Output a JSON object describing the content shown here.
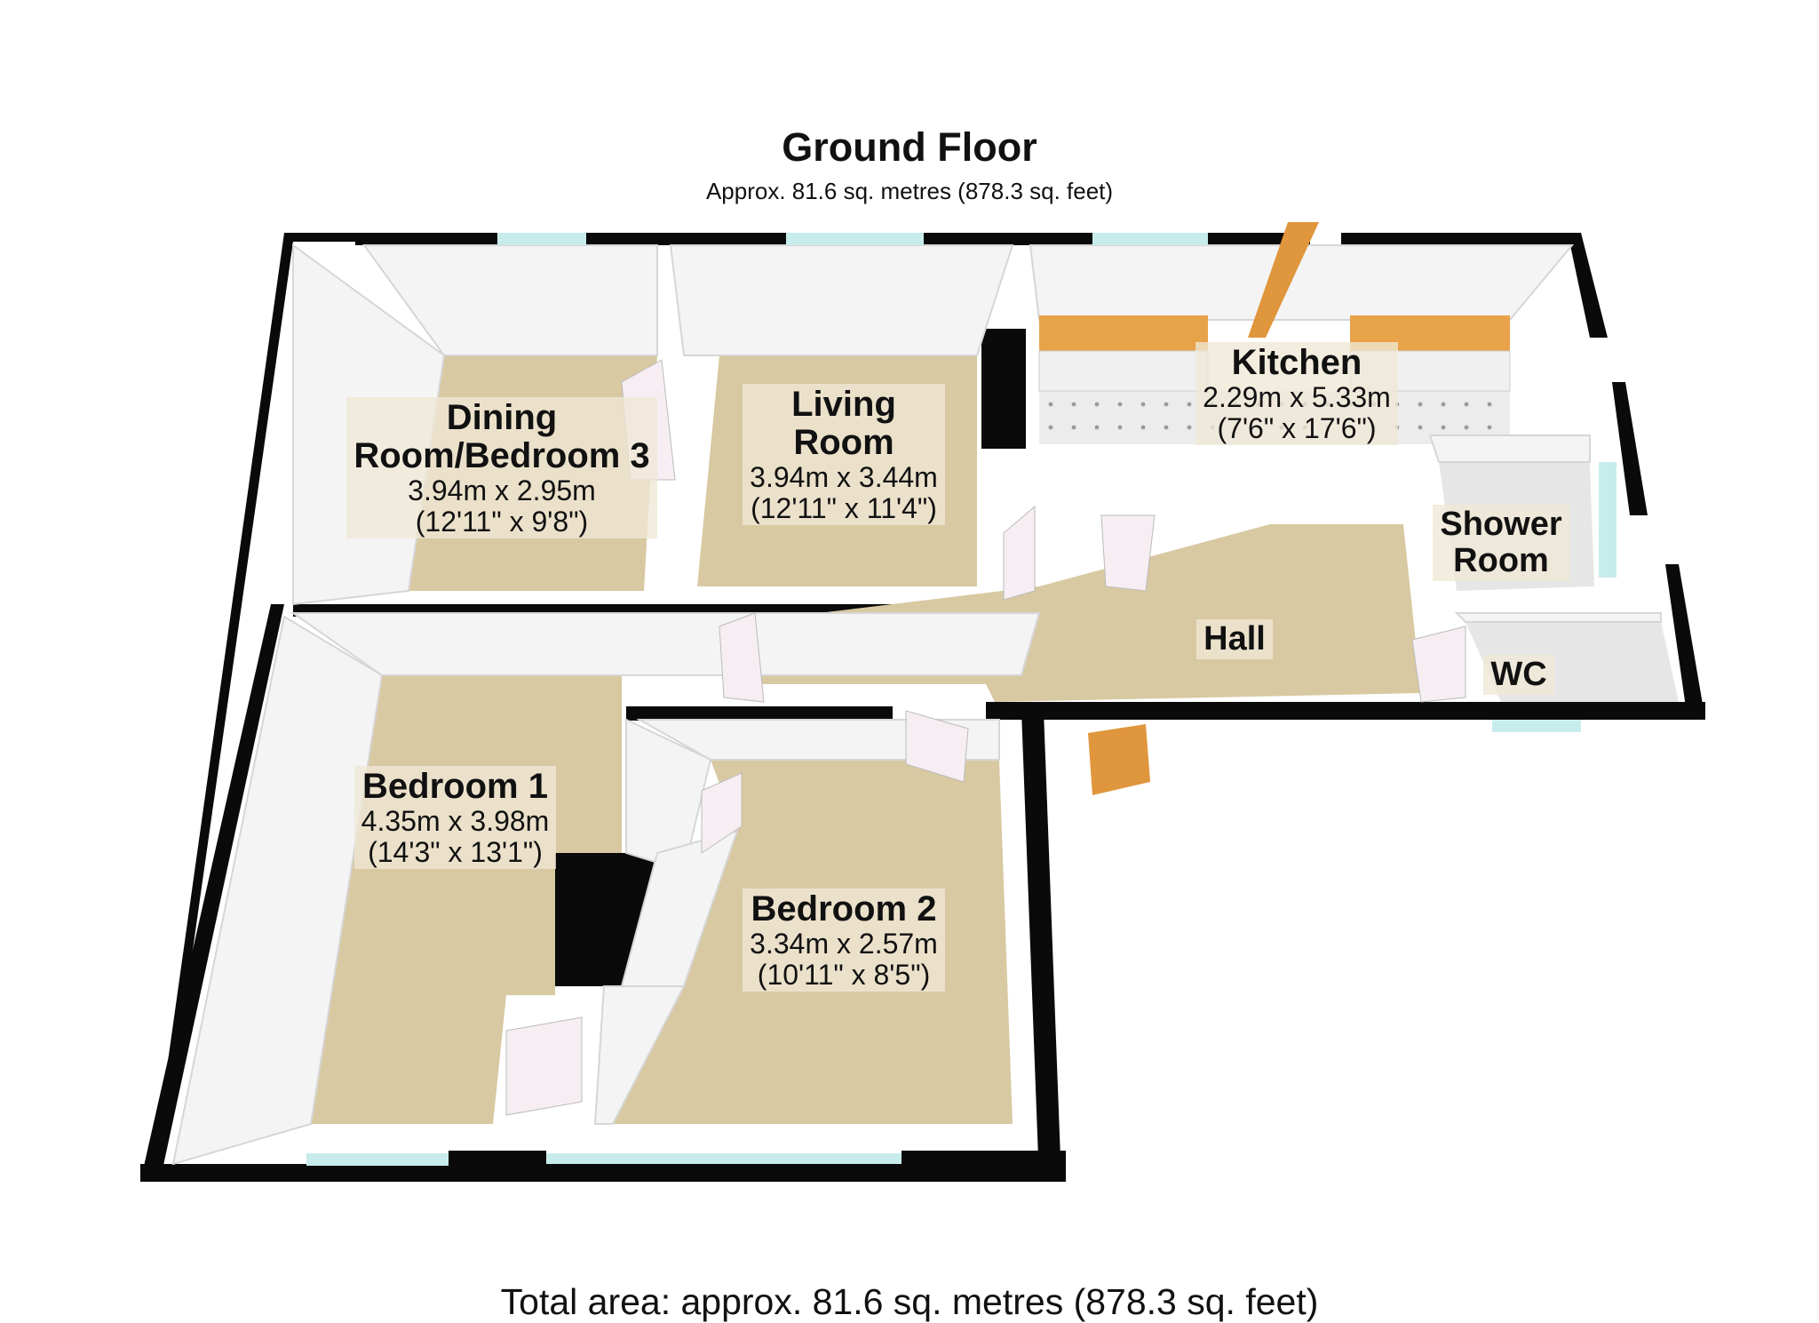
{
  "floor": {
    "title": "Ground Floor",
    "area": "Approx.  81.6 sq. metres (878.3 sq. feet)"
  },
  "rooms": [
    {
      "name_line1": "Dining",
      "name_line2": "Room/Bedroom 3",
      "metric": "3.94m x 2.95m",
      "imperial": "(12'11\" x 9'8\")"
    },
    {
      "name_line1": "Living",
      "name_line2": "Room",
      "metric": "3.94m x 3.44m",
      "imperial": "(12'11\" x 11'4\")"
    },
    {
      "name_line1": "Kitchen",
      "name_line2": "",
      "metric": "2.29m x 5.33m",
      "imperial": "(7'6\" x 17'6\")"
    },
    {
      "name_line1": "Shower",
      "name_line2": "Room",
      "metric": "",
      "imperial": ""
    },
    {
      "name_line1": "Hall",
      "name_line2": "",
      "metric": "",
      "imperial": ""
    },
    {
      "name_line1": "WC",
      "name_line2": "",
      "metric": "",
      "imperial": ""
    },
    {
      "name_line1": "Bedroom 1",
      "name_line2": "",
      "metric": "4.35m x 3.98m",
      "imperial": "(14'3\" x 13'1\")"
    },
    {
      "name_line1": "Bedroom 2",
      "name_line2": "",
      "metric": "3.34m x 2.57m",
      "imperial": "(10'11\" x 8'5\")"
    }
  ],
  "total": "Total area: approx.  81.6 sq. metres (878.3 sq. feet)",
  "colors": {
    "wall": "#0a0a0a",
    "floor_carpet": "#d8c9a2",
    "wall_inner": "#f2f2f2",
    "window_glass": "#c8ecec",
    "door_wood": "#e0963c",
    "cabinet": "#e8a248",
    "kitchen_floor": "#e9e9e9"
  }
}
